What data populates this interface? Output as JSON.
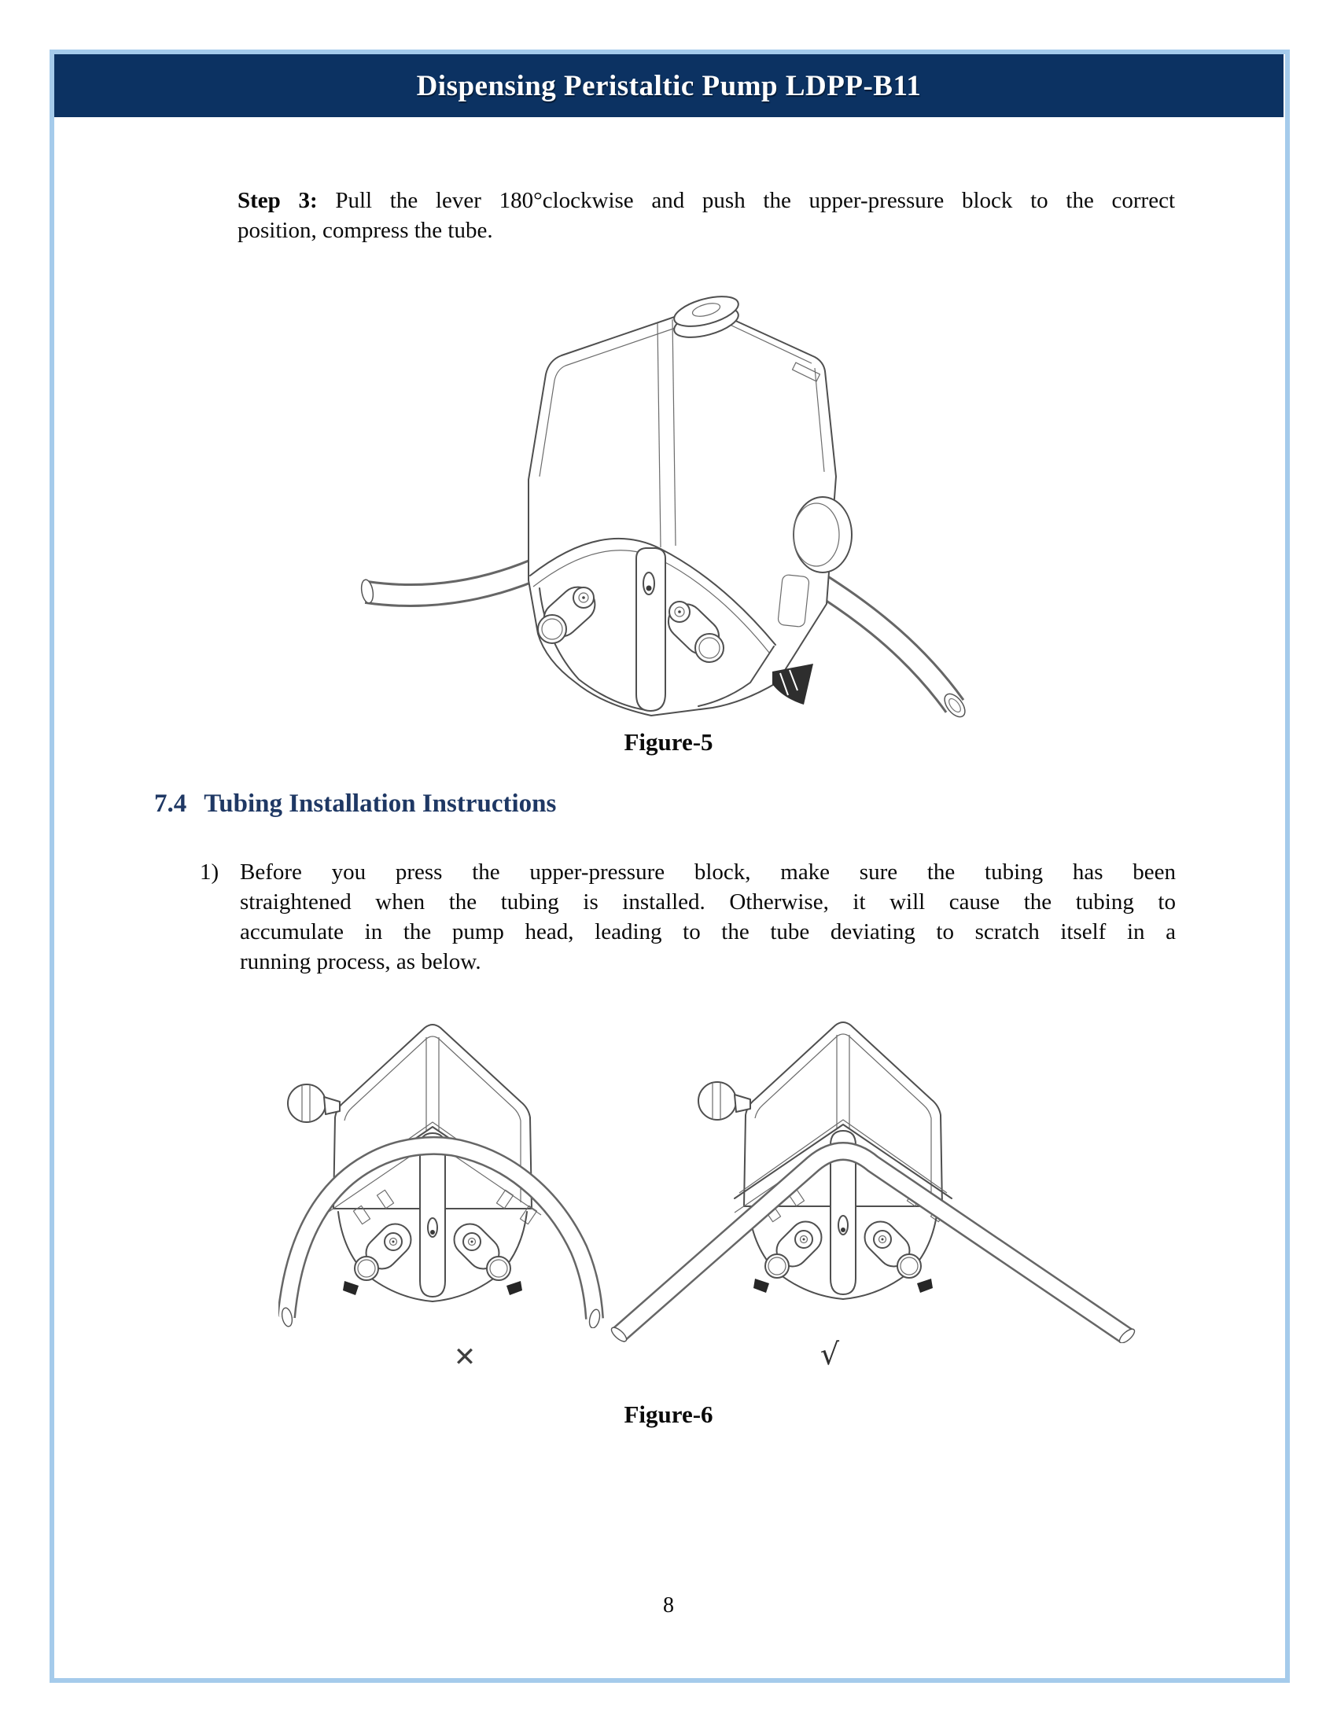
{
  "header": {
    "title": "Dispensing Peristaltic Pump LDPP-B11"
  },
  "step3": {
    "label": "Step 3:",
    "line1_rest": " Pull the lever 180°clockwise and push the upper-pressure block to the correct",
    "line2": "position, compress the tube."
  },
  "figure5": {
    "caption": "Figure-5"
  },
  "section": {
    "number": "7.4",
    "title": "Tubing Installation Instructions"
  },
  "list_item1": {
    "marker": "1)",
    "lines": [
      "Before you press the upper-pressure block, make sure the tubing has been",
      "straightened when the tubing is installed. Otherwise, it will cause the tubing to",
      "accumulate in the pump head, leading to the tube deviating to scratch itself in a",
      "running process, as below."
    ]
  },
  "figure6": {
    "caption": "Figure-6",
    "wrong_mark": "✕",
    "correct_mark": "√"
  },
  "page": {
    "number": "8"
  },
  "colors": {
    "header_bar": "#0c3262",
    "page_border": "#a5cbeb",
    "heading_text": "#1f3864"
  }
}
